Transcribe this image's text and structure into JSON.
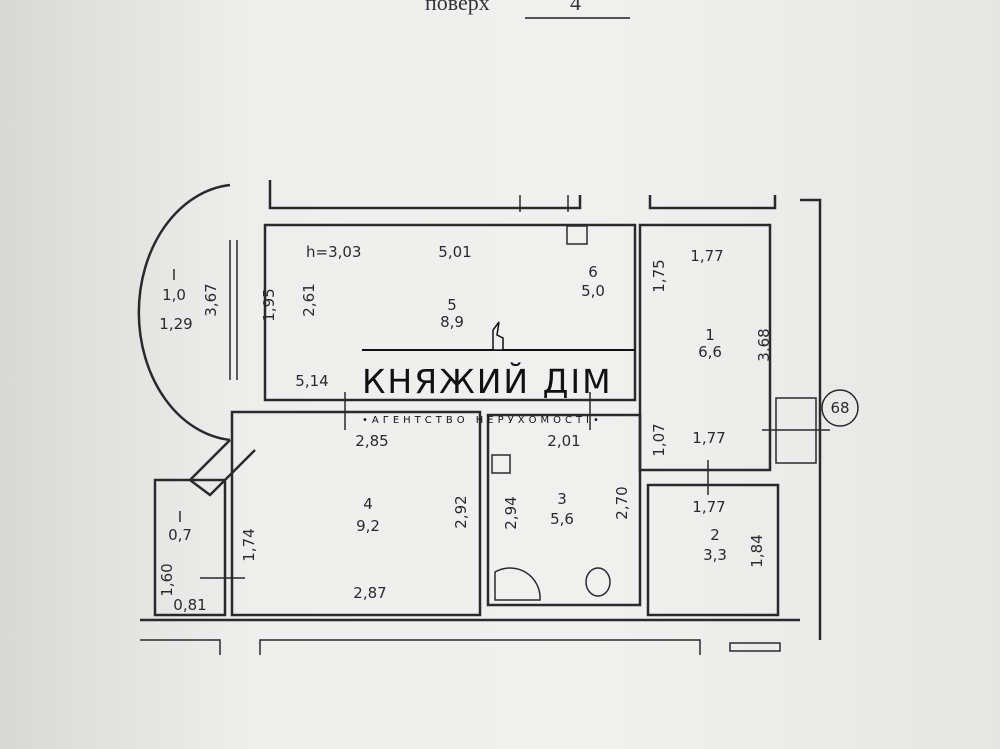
{
  "header": {
    "floor_label": "поверх",
    "floor_value": "4"
  },
  "rooms": [
    {
      "number": "1",
      "area": "6,6"
    },
    {
      "number": "2",
      "area": "3,3"
    },
    {
      "number": "3",
      "area": "5,6"
    },
    {
      "number": "4",
      "area": "9,2"
    },
    {
      "number": "5",
      "area": "8,9"
    },
    {
      "number": "6",
      "area": "5,0"
    },
    {
      "number": "I",
      "area": "1,0"
    },
    {
      "number": "I",
      "area": "0,7"
    }
  ],
  "height": "h=3,03",
  "dimensions": {
    "d_501": "5,01",
    "d_195": "1,95",
    "d_261": "2,61",
    "d_367": "3,67",
    "d_129": "1,29",
    "d_514": "5,14",
    "d_175": "1,75",
    "d_177a": "1,77",
    "d_368": "3,68",
    "d_107": "1,07",
    "d_177b": "1,77",
    "d_177c": "1,77",
    "d_184": "1,84",
    "d_285": "2,85",
    "d_292": "2,92",
    "d_287": "2,87",
    "d_174": "1,74",
    "d_201": "2,01",
    "d_294": "2,94",
    "d_270": "2,70",
    "d_160": "1,60",
    "d_081": "0,81"
  },
  "building_number": "68",
  "watermark": {
    "title": "КНЯЖИЙ ДІМ",
    "subtitle": "•АГЕНТСТВО НЕРУХОМОСТІ•"
  }
}
